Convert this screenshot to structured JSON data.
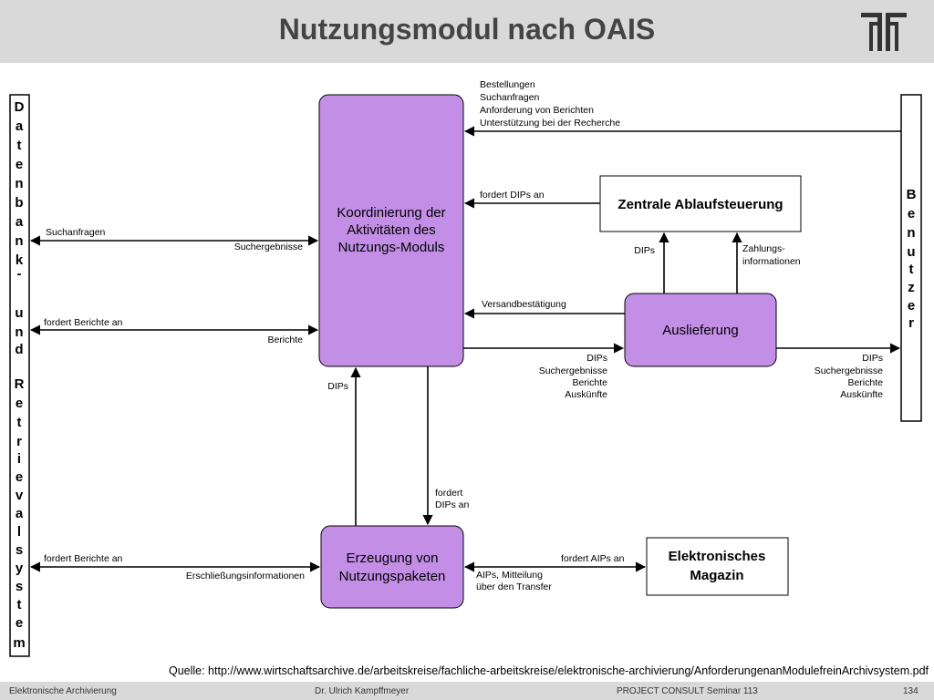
{
  "header": {
    "title": "Nutzungsmodul nach OAIS"
  },
  "colors": {
    "process_box": "#c38ee6",
    "title_bar": "#d9d9d9"
  },
  "diagram": {
    "left_entity": [
      "D",
      "a",
      "t",
      "e",
      "n",
      "b",
      "a",
      "n",
      "k",
      "-",
      "",
      "u",
      "n",
      "d",
      "",
      "R",
      "e",
      "t",
      "r",
      "i",
      "e",
      "v",
      "a",
      "l",
      "s",
      "y",
      "s",
      "t",
      "e",
      "m"
    ],
    "right_entity": [
      "B",
      "e",
      "n",
      "u",
      "t",
      "z",
      "e",
      "r"
    ],
    "coordination": [
      "Koordinierung der",
      "Aktivitäten des",
      "Nutzungs-Moduls"
    ],
    "central": "Zentrale Ablaufsteuerung",
    "delivery": "Auslieferung",
    "production": [
      "Erzeugung von",
      "Nutzungspaketen"
    ],
    "archive": [
      "Elektronisches",
      "Magazin"
    ],
    "labels": {
      "requests": [
        "Bestellungen",
        "Suchanfragen",
        "Anforderung von Berichten",
        "Unterstützung bei der Recherche"
      ],
      "demands_dips_1": "fordert DIPs an",
      "search_queries": "Suchanfragen",
      "search_results": "Suchergebnisse",
      "dips_up": "DIPs",
      "payment": [
        "Zahlungs-",
        "informationen"
      ],
      "shipping_confirmation": "Versandbestätigung",
      "demands_reports_1": "fordert Berichte an",
      "reports": "Berichte",
      "output_mid": [
        "DIPs",
        "Suchergebnisse",
        "Berichte",
        "Auskünfte"
      ],
      "output_right": [
        "DIPs",
        "Suchergebnisse",
        "Berichte",
        "Auskünfte"
      ],
      "dips_left": "DIPs",
      "demands_dips_2": [
        "fordert",
        "DIPs an"
      ],
      "demands_reports_2": "fordert Berichte an",
      "indexing_info": "Erschließungsinformationen",
      "demands_aips": "fordert AIPs an",
      "aips_transfer": [
        "AIPs, Mitteilung",
        "über den Transfer"
      ]
    }
  },
  "source": "Quelle: http://www.wirtschaftsarchive.de/arbeitskreise/fachliche-arbeitskreise/elektronische-archivierung/AnforderungenanModulefreinArchivsystem.pdf",
  "footer": {
    "left": "Elektronische Archivierung",
    "center": "Dr. Ulrich Kampffmeyer",
    "right": "PROJECT CONSULT Seminar 113",
    "page": "134"
  }
}
